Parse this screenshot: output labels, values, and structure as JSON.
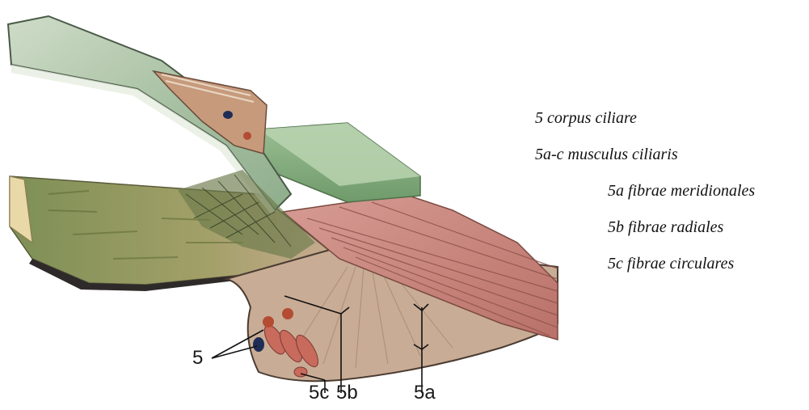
{
  "colors": {
    "background": "#ffffff",
    "cornea_green": "#a9c1a4",
    "sclera_green": "#8fb08a",
    "muscle_red": "#c8837c",
    "tissue_tan": "#c8ab93",
    "dark_outline": "#3a3430",
    "vessel_blue": "#1f2c55",
    "vessel_red": "#b34c33"
  },
  "callouts": {
    "c5": "5",
    "c5c": "5c",
    "c5b": "5b",
    "c5a": "5a"
  },
  "legend": {
    "l1": "5 corpus ciliare",
    "l2": "5a-c musculus ciliaris",
    "l3": "5a fibrae meridionales",
    "l4": "5b fibrae radiales",
    "l5": "5c fibrae circulares"
  }
}
